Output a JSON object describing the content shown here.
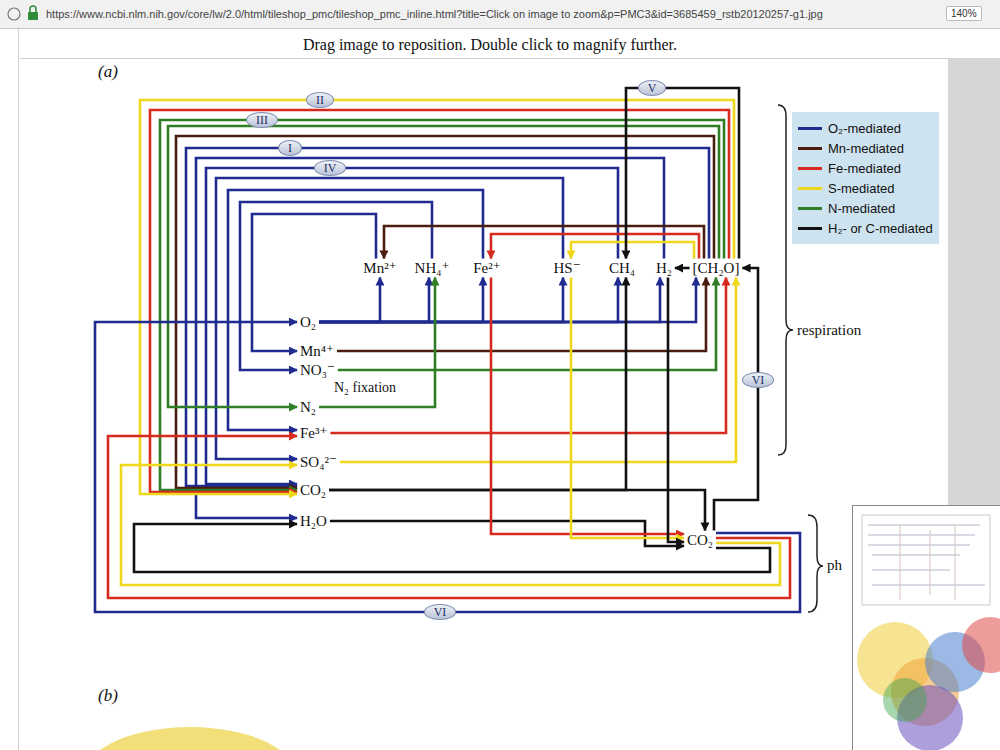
{
  "diagram": {
    "nodes": [
      {
        "text": [
          "II"
        ]
      },
      {
        "text": [
          "V"
        ]
      },
      {
        "text": [
          "III"
        ]
      },
      {
        "text": [
          "I"
        ]
      },
      {
        "text": [
          "IV"
        ]
      },
      {
        "text": [
          "Mn²⁺"
        ]
      },
      {
        "text": [
          "NH₄⁺"
        ]
      },
      {
        "text": [
          "Fe²⁺"
        ]
      },
      {
        "text": [
          "HS⁻"
        ]
      },
      {
        "text": [
          "CH₄"
        ]
      },
      {
        "text": [
          "H₂"
        ]
      },
      {
        "text": [
          "[CH₂O]"
        ]
      },
      {
        "text": [
          "O₂"
        ]
      },
      {
        "text": [
          "Mn⁴⁺"
        ]
      },
      {
        "text": [
          "NO₃⁻"
        ]
      },
      {
        "text": [
          "N₂"
        ]
      },
      {
        "text": [
          "Fe³⁺"
        ]
      },
      {
        "text": [
          "SO₄²⁻"
        ]
      },
      {
        "text": [
          "CO₂"
        ]
      },
      {
        "text": [
          "H₂O"
        ]
      },
      {
        "text": [
          "VI"
        ]
      },
      {
        "text": [
          "CO₂"
        ]
      },
      {
        "text": [
          "VI"
        ]
      }
    ],
    "edges": [
      {
        "from": 12,
        "to": 5,
        "arrow": "to"
      },
      {
        "from": 12,
        "to": 6,
        "arrow": "to"
      },
      {
        "from": 12,
        "to": 7,
        "arrow": "to"
      },
      {
        "from": 12,
        "to": 8,
        "arrow": "to"
      },
      {
        "from": 12,
        "to": 9,
        "arrow": "to"
      },
      {
        "from": 12,
        "to": 10,
        "arrow": "to"
      },
      {
        "from": 12,
        "to": 11,
        "arrow": "to"
      },
      {
        "from": 5,
        "to": 13,
        "arrow": "to"
      },
      {
        "from": 6,
        "to": 14,
        "arrow": "to"
      },
      {
        "from": 7,
        "to": 16,
        "arrow": "to"
      },
      {
        "from": 8,
        "to": 17,
        "arrow": "to"
      },
      {
        "from": 9,
        "to": 18,
        "arrow": "to"
      },
      {
        "from": 10,
        "to": 19,
        "arrow": "to"
      },
      {
        "from": 11,
        "to": 18,
        "arrow": "to"
      },
      {
        "from": 13,
        "to": 11,
        "arrow": "to"
      },
      {
        "from": 11,
        "to": 5,
        "arrow": "to"
      },
      {
        "from": 11,
        "to": 18,
        "arrow": "to"
      },
      {
        "from": 14,
        "to": 11,
        "arrow": "to"
      },
      {
        "from": 11,
        "to": 15,
        "arrow": "to"
      },
      {
        "from": 15,
        "to": 6,
        "arrow": "to"
      },
      {
        "from": 11,
        "to": 18,
        "arrow": "to"
      },
      {
        "from": 16,
        "to": 11,
        "arrow": "to"
      },
      {
        "from": 11,
        "to": 7,
        "arrow": "to"
      },
      {
        "from": 11,
        "to": 18,
        "arrow": "to"
      },
      {
        "from": 17,
        "to": 11,
        "arrow": "to"
      },
      {
        "from": 11,
        "to": 8,
        "arrow": "to"
      },
      {
        "from": 11,
        "to": 18,
        "arrow": "to"
      },
      {
        "from": 11,
        "to": 9,
        "arrow": "to"
      },
      {
        "from": 18,
        "to": 9,
        "arrow": "to"
      },
      {
        "from": 11,
        "to": 10,
        "arrow": "to"
      },
      {
        "from": 18,
        "to": 21,
        "arrow": "to"
      },
      {
        "from": 19,
        "to": 21,
        "arrow": "to"
      },
      {
        "from": 7,
        "to": 21,
        "arrow": "to"
      },
      {
        "from": 8,
        "to": 21,
        "arrow": "to"
      },
      {
        "from": 10,
        "to": 21,
        "arrow": "to"
      },
      {
        "from": 21,
        "to": 12,
        "arrow": "to"
      },
      {
        "from": 21,
        "to": 16,
        "arrow": "to"
      },
      {
        "from": 21,
        "to": 17,
        "arrow": "to"
      },
      {
        "from": 21,
        "to": 19,
        "arrow": "to"
      },
      {
        "from": 21,
        "to": 11,
        "arrow": "to"
      }
    ],
    "labels": [
      "https://www.ncbi.nlm.nih.gov/core/lw/2.0/html/tileshop_pmc/tileshop_pmc_inline.html?title=Click on image to zoom&p=PMC3&id=3685459_rstb20120257-g1.jpg",
      "140%",
      "Drag image to reposition. Double click to magnify further.",
      "(a)",
      "N₂ fixation",
      "respiration",
      "ph",
      "(b)"
    ],
    "legend": [
      {
        "text": "O₂-mediated",
        "color": "#1f2b8f"
      },
      {
        "text": "Mn-mediated",
        "color": "#4b1d0e"
      },
      {
        "text": "Fe-mediated",
        "color": "#d62a1f"
      },
      {
        "text": "S-mediated",
        "color": "#efd81c"
      },
      {
        "text": "N-mediated",
        "color": "#2f7d24"
      },
      {
        "text": "H₂- or C-mediated",
        "color": "#111111"
      }
    ]
  }
}
